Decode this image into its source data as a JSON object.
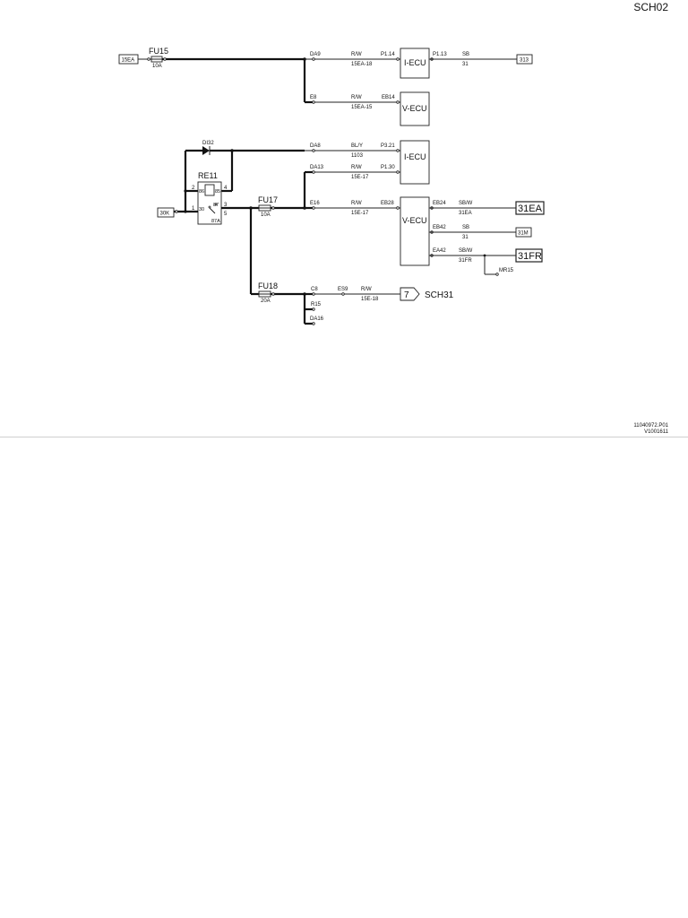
{
  "sheet_id": "SCH02",
  "doc_ref": {
    "line1": "11040972.P01",
    "line2": "V1001611"
  },
  "connectors": {
    "c15ea": "15EA",
    "c313": "313",
    "c30k": "30K",
    "c31ea": "31EA",
    "c31m": "31M",
    "c31fr": "31FR",
    "sch_num": "7",
    "sch_ref": "SCH31"
  },
  "fuses": {
    "fu15": {
      "name": "FU15",
      "rating": "10A"
    },
    "fu17": {
      "name": "FU17",
      "rating": "10A"
    },
    "fu18": {
      "name": "FU18",
      "rating": "20A"
    }
  },
  "ecus": {
    "iecu1": "I-ECU",
    "vecu1": "V-ECU",
    "iecu2": "I-ECU",
    "vecu2": "V-ECU"
  },
  "diode": "DI32",
  "relay": {
    "name": "RE11",
    "pin2": "2",
    "pin4": "4",
    "pin1": "1",
    "pin3": "3",
    "pin5": "5",
    "in86": "86",
    "in85": "85",
    "in30": "30",
    "in87": "87",
    "in87a": "87A"
  },
  "splices": {
    "da9": "DA9",
    "e8": "E8",
    "da8": "DA8",
    "da13": "DA13",
    "e16": "E16",
    "c8": "C8",
    "es9": "ES9",
    "r15": "R15",
    "da16": "DA16",
    "mr15": "MR15"
  },
  "wires": {
    "w1": {
      "color": "R/W",
      "id": "15EA-18"
    },
    "w2": {
      "color": "SB",
      "id": "31"
    },
    "w3": {
      "color": "R/W",
      "id": "15EA-15"
    },
    "w4": {
      "color": "BL/Y",
      "id": "1103"
    },
    "w5": {
      "color": "R/W",
      "id": "15E-17"
    },
    "w6": {
      "color": "R/W",
      "id": "15E-17"
    },
    "w7": {
      "color": "SB/W",
      "id": "31EA"
    },
    "w8": {
      "color": "SB",
      "id": "31"
    },
    "w9": {
      "color": "SB/W",
      "id": "31FR"
    },
    "w10": {
      "color": "R/W",
      "id": "15E-18"
    }
  },
  "pins": {
    "p114": "P1.14",
    "p113": "P1.13",
    "eb14": "EB14",
    "p321": "P3.21",
    "p130": "P1.30",
    "eb28": "EB28",
    "eb24": "EB24",
    "eb42": "EB42",
    "ea42": "EA42"
  }
}
